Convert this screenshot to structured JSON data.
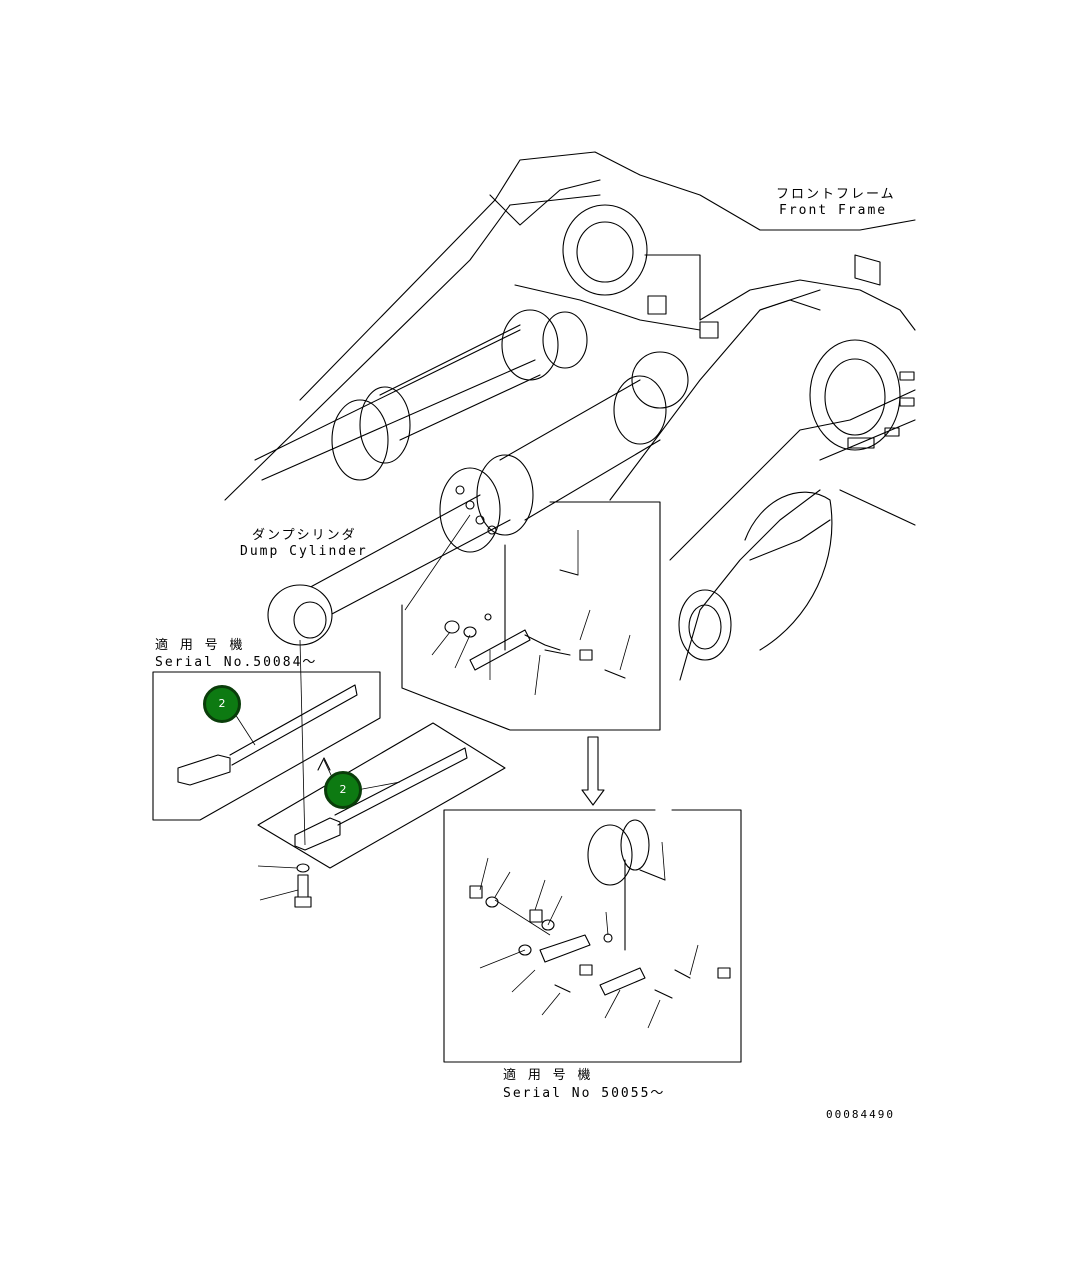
{
  "labels": {
    "front_frame_jp": "フロントフレーム",
    "front_frame_en": "Front Frame",
    "dump_cylinder_jp": "ダンプシリンダ",
    "dump_cylinder_en": "Dump Cylinder",
    "serial_upper_jp": "適 用 号 機",
    "serial_upper": "Serial No.50084～",
    "serial_lower_jp": "適 用 号 機",
    "serial_lower": "Serial No 50055～",
    "drawing_number": "00084490"
  },
  "callouts": [
    {
      "number": "2",
      "color": "#0d7a12"
    },
    {
      "number": "2",
      "color": "#0d7a12"
    }
  ]
}
